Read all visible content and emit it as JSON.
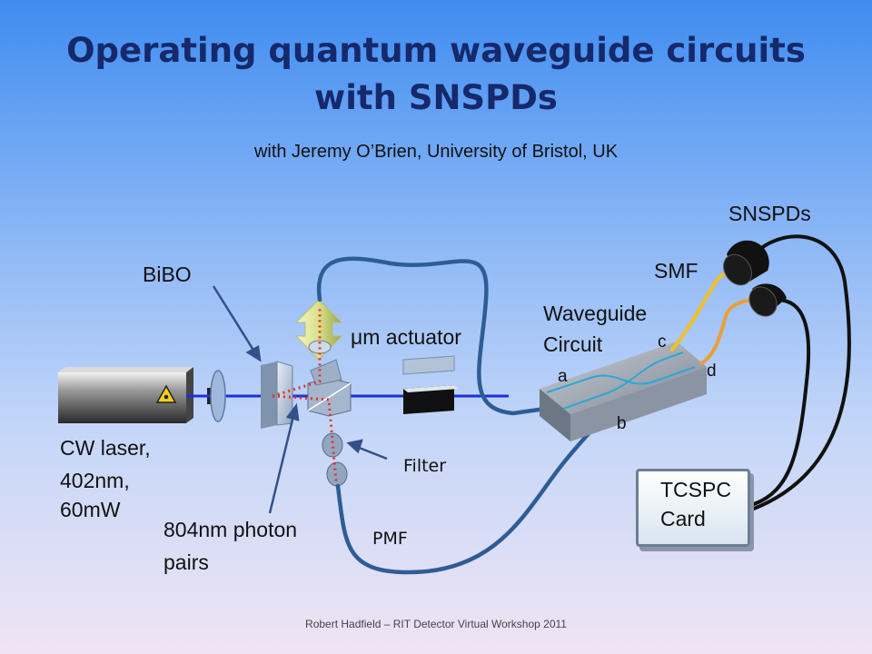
{
  "title_line1": "Operating quantum waveguide circuits",
  "title_line2": "with SNSPDs",
  "subtitle": "with Jeremy O’Brien, University of Bristol, UK",
  "labels": {
    "snspds": "SNSPDs",
    "smf": "SMF",
    "bibo": "BiBO",
    "waveguide_line1": "Waveguide",
    "waveguide_line2": "Circuit",
    "actuator": "μm actuator",
    "port_a": "a",
    "port_b": "b",
    "port_c": "c",
    "port_d": "d",
    "laser_line1": "CW laser,",
    "laser_line2": "402nm,",
    "laser_line3": "60mW",
    "filter": "Filter",
    "photon_line1": "804nm photon",
    "photon_line2": "pairs",
    "pmf": "PMF",
    "tcspc_line1": "TCSPC",
    "tcspc_line2": "Card"
  },
  "footer": "Robert Hadfield – RIT Detector Virtual Workshop 2011",
  "colors": {
    "title": "#15296b",
    "fiber_blue": "#2d5d94",
    "fiber_orange": "#e9a035",
    "fiber_yellow": "#f0c02a",
    "beam": "#1c2fd6",
    "photon_dots": "#e4312b"
  }
}
